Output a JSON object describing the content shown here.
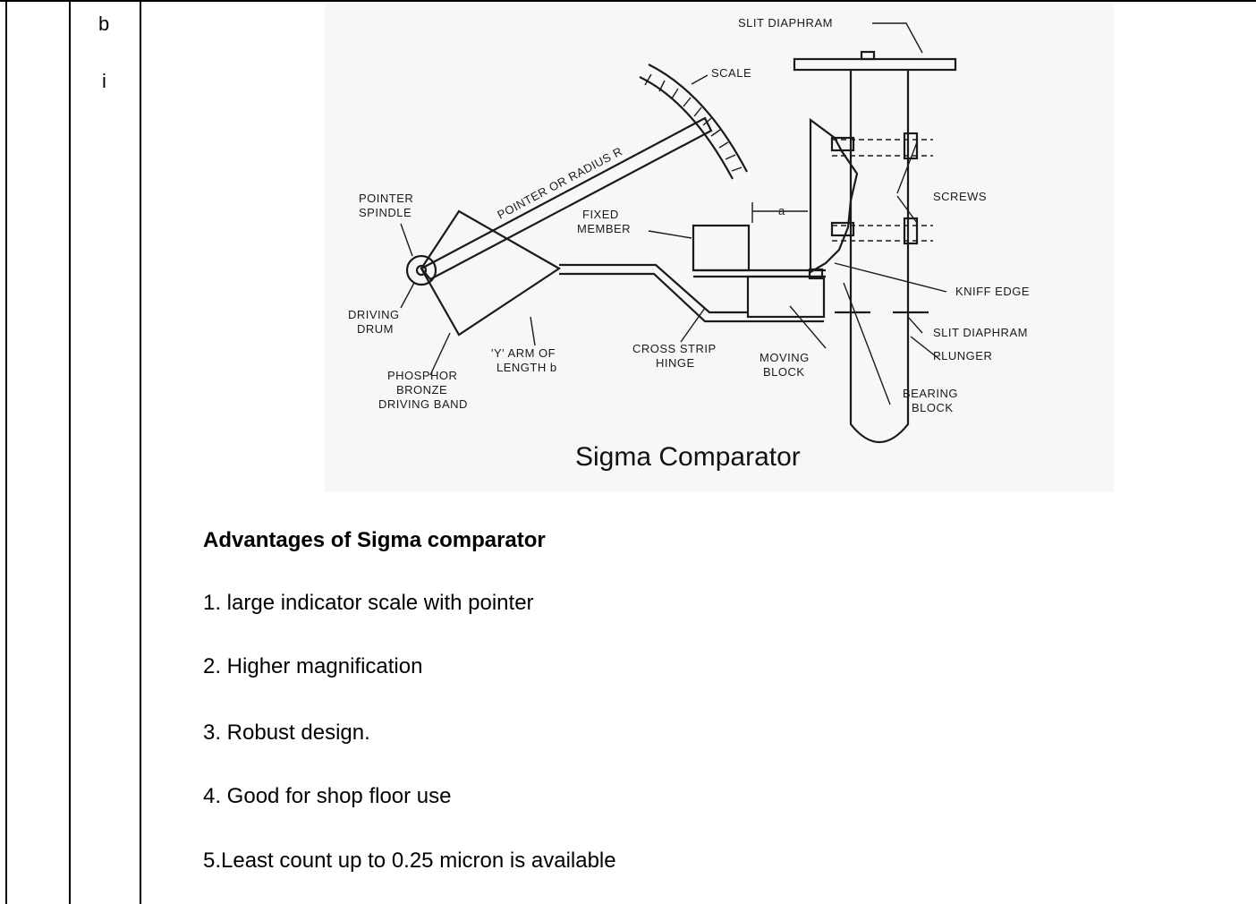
{
  "row_marker": "b",
  "sub_marker": "i",
  "figure": {
    "title": "Sigma Comparator",
    "labels": {
      "slit_diaphram_top": "SLIT DIAPHRAM",
      "scale": "SCALE",
      "pointer_radius": "POINTER OR RADIUS R",
      "pointer_spindle_1": "POINTER",
      "pointer_spindle_2": "SPINDLE",
      "fixed_member_1": "FIXED",
      "fixed_member_2": "MEMBER",
      "dim_a": "a",
      "screws": "SCREWS",
      "kniff_edge": "KNIFF EDGE",
      "driving_drum_1": "DRIVING",
      "driving_drum_2": "DRUM",
      "slit_diaphram_bottom": "SLIT DIAPHRAM",
      "y_arm_1": "'Y' ARM OF",
      "y_arm_2": "LENGTH b",
      "cross_strip_1": "CROSS STRIP",
      "cross_strip_2": "HINGE",
      "moving_block_1": "MOVING",
      "moving_block_2": "BLOCK",
      "plunger": "PLUNGER",
      "phosphor_1": "PHOSPHOR",
      "phosphor_2": "BRONZE",
      "phosphor_3": "DRIVING BAND",
      "bearing_block_1": "BEARING",
      "bearing_block_2": "BLOCK"
    }
  },
  "advantages": {
    "heading": "Advantages of Sigma comparator",
    "items": [
      "1. large indicator scale with pointer",
      "2. Higher magnification",
      "3. Robust design.",
      "4. Good for shop floor use",
      "5.Least count up to 0.25 micron is available"
    ]
  }
}
